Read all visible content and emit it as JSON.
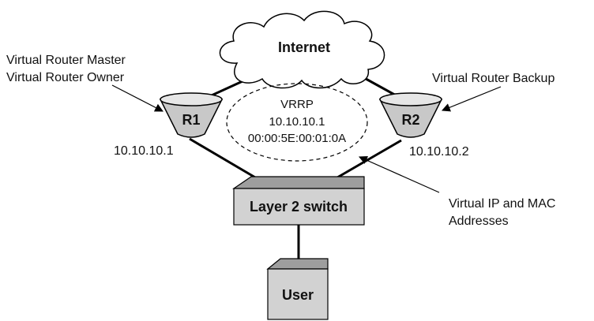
{
  "cloud": {
    "label": "Internet"
  },
  "routers": {
    "r1": {
      "label": "R1",
      "ip": "10.10.10.1",
      "roles": [
        "Virtual Router Master",
        "Virtual Router Owner"
      ]
    },
    "r2": {
      "label": "R2",
      "ip": "10.10.10.2",
      "role": "Virtual Router Backup"
    }
  },
  "vrrp": {
    "protocol": "VRRP",
    "virtual_ip": "10.10.10.1",
    "virtual_mac": "00:00:5E:00:01:0A"
  },
  "virtual_annotation": [
    "Virtual IP and MAC",
    "Addresses"
  ],
  "switch": {
    "label": "Layer 2 switch"
  },
  "user": {
    "label": "User"
  },
  "colors": {
    "device_fill": "#cfcfcf",
    "device_dark": "#a8a8a8",
    "stroke": "#000000"
  }
}
